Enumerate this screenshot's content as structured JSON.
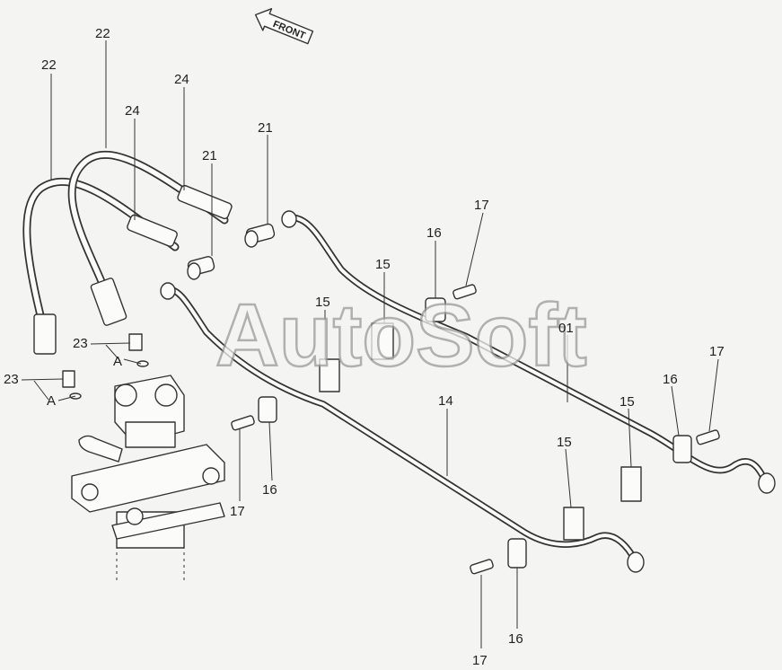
{
  "direction": {
    "text": "FRONT"
  },
  "watermark": "AutoSoft",
  "callouts": [
    {
      "id": "22a",
      "text": "22"
    },
    {
      "id": "22b",
      "text": "22"
    },
    {
      "id": "24a",
      "text": "24"
    },
    {
      "id": "24b",
      "text": "24"
    },
    {
      "id": "21a",
      "text": "21"
    },
    {
      "id": "21b",
      "text": "21"
    },
    {
      "id": "17a",
      "text": "17"
    },
    {
      "id": "16a",
      "text": "16"
    },
    {
      "id": "15a",
      "text": "15"
    },
    {
      "id": "15b",
      "text": "15"
    },
    {
      "id": "01",
      "text": "01"
    },
    {
      "id": "23a",
      "text": "23"
    },
    {
      "id": "Aa",
      "text": "A"
    },
    {
      "id": "23b",
      "text": "23"
    },
    {
      "id": "Ab",
      "text": "A"
    },
    {
      "id": "17b",
      "text": "17"
    },
    {
      "id": "16b",
      "text": "16"
    },
    {
      "id": "15c",
      "text": "15"
    },
    {
      "id": "14",
      "text": "14"
    },
    {
      "id": "17c",
      "text": "17"
    },
    {
      "id": "16c",
      "text": "16"
    },
    {
      "id": "15d",
      "text": "15"
    },
    {
      "id": "17d",
      "text": "17"
    },
    {
      "id": "16d",
      "text": "16"
    }
  ]
}
